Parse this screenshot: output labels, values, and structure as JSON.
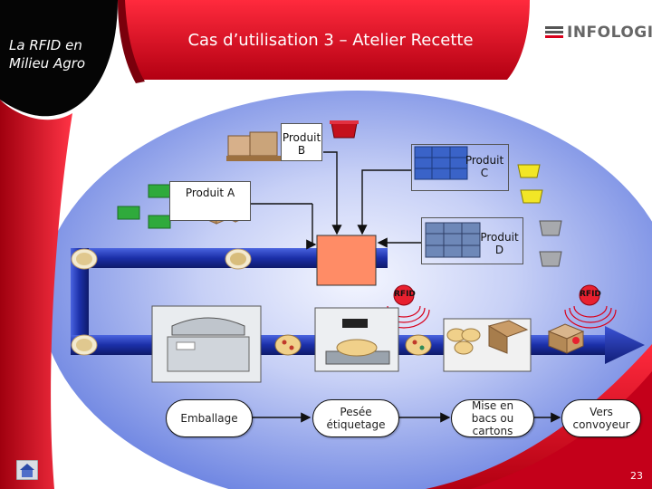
{
  "header": {
    "subtitle_line1": "La RFID en",
    "subtitle_line2": "Milieu Agro",
    "title": "Cas d’utilisation 3 – Atelier Recette",
    "logo_text": "INFOLOGIC"
  },
  "products": {
    "a": "Produit A",
    "b_line1": "Produit",
    "b_line2": "B",
    "c_line1": "Produit",
    "c_line2": "C",
    "d_line1": "Produit",
    "d_line2": "D"
  },
  "rfid": {
    "label1": "RFID",
    "label2": "RFID"
  },
  "steps": {
    "emballage": "Emballage",
    "pesee_line1": "Pesée",
    "pesee_line2": "étiquetage",
    "mise_line1": "Mise en",
    "mise_line2": "bacs ou",
    "mise_line3": "cartons",
    "vers_line1": "Vers",
    "vers_line2": "convoyeur"
  },
  "footer": {
    "page_number": "23",
    "home_icon": "home-icon"
  },
  "colors": {
    "red": "#d9001b",
    "dark_red": "#8c0010",
    "conveyor": "#1b2fa8",
    "background_oval": "#7f95e6",
    "arrow": "#1c2a9e"
  }
}
